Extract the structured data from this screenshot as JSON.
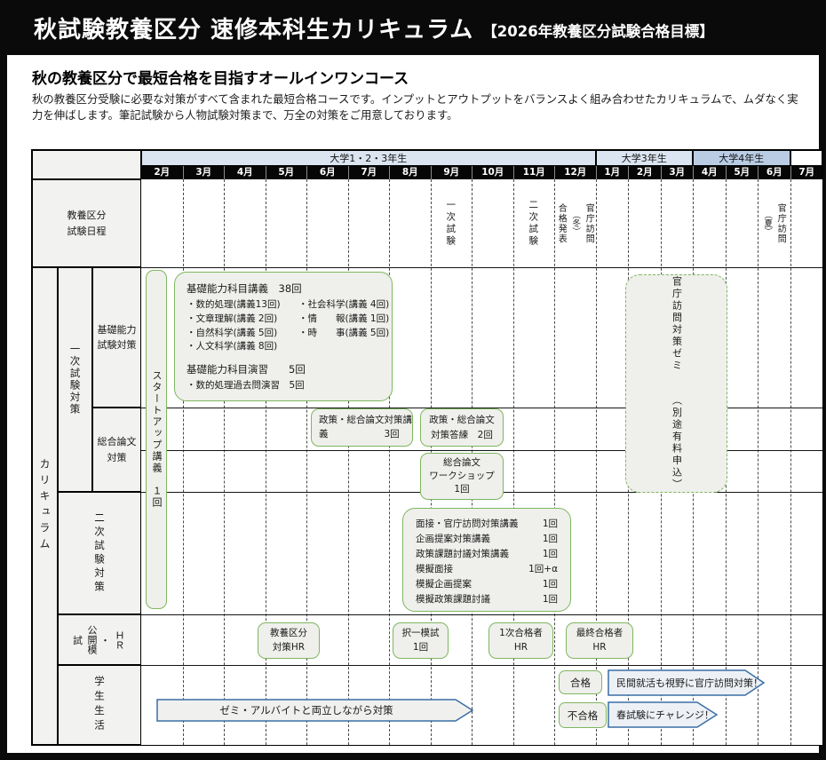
{
  "header": {
    "title": "秋試験教養区分 速修本科生カリキュラム",
    "goal": "【2026年教養区分試験合格目標】"
  },
  "intro": {
    "heading": "秋の教養区分で最短合格を目指すオールインワンコース",
    "body": "秋の教養区分受験に必要な対策がすべて含まれた最短合格コースです。インプットとアウトプットをバランスよく組み合わせたカリキュラムで、ムダなく実力を伸ばします。筆記試験から人物試験対策まで、万全の対策をご用意しております。"
  },
  "timeline": {
    "year_groups": [
      "大学1・2・3年生",
      "大学3年生",
      "大学4年生"
    ],
    "months": [
      "2月",
      "3月",
      "4月",
      "5月",
      "6月",
      "7月",
      "8月",
      "9月",
      "10月",
      "11月",
      "12月",
      "1月",
      "2月",
      "3月",
      "4月",
      "5月",
      "6月",
      "7月"
    ],
    "schedule": {
      "label_line1": "教養区分",
      "label_line2": "試験日程",
      "first_exam": "一次試験",
      "second_exam": "二次試験",
      "pass_announce": "合格発表",
      "visit_winter_note": "（冬）",
      "visit_winter": "官庁訪問",
      "visit_summer_note": "（夏）",
      "visit_summer": "官庁訪問"
    }
  },
  "curriculum": {
    "label": "カリキュラム",
    "startup": "スタートアップ講義　１回",
    "first_section": {
      "label": "一次試験対策",
      "basic": {
        "label_line1": "基礎能力",
        "label_line2": "試験対策",
        "lecture_title": "基礎能力科目講義　38回",
        "left_items": [
          "・数的処理(講義13回)",
          "・文章理解(講義 2回)",
          "・自然科学(講義 5回)",
          "・人文科学(講義 8回)"
        ],
        "right_items": [
          "・社会科学(講義 4回)",
          "・情　　報(講義 1回)",
          "・時　　事(講義 5回)"
        ],
        "practice_title": "基礎能力科目演習　　5回",
        "practice_item": "・数的処理過去問演習　5回"
      },
      "essay": {
        "label_line1": "総合論文",
        "label_line2": "対策",
        "lecture_box_line1": "政策・総合論文対策講",
        "lecture_box_line2": "義　　　　　　3回",
        "touren_box_line1": "政策・総合論文",
        "touren_box_line2": "対策答練　2回",
        "workshop_line1": "総合論文",
        "workshop_line2": "ワークショップ",
        "workshop_line3": "1回"
      }
    },
    "second_section": {
      "label": "二次試験対策",
      "items": [
        {
          "label": "面接・官庁訪問対策講義",
          "count": "1回"
        },
        {
          "label": "企画提案対策講義",
          "count": "1回"
        },
        {
          "label": "政策課題討議対策講義",
          "count": "1回"
        },
        {
          "label": "模擬面接",
          "count": "1回+α"
        },
        {
          "label": "模擬企画提案",
          "count": "1回"
        },
        {
          "label": "模擬政策課題討議",
          "count": "1回"
        }
      ]
    },
    "ministry_seminar": {
      "title": "官庁訪問対策ゼミ",
      "note": "（別途有料申込）"
    },
    "mock_section": {
      "label_full": "公開模試・ＨＲ",
      "label_parts": [
        "試",
        "公開模",
        "・",
        "ＨＲ"
      ],
      "boxes": [
        {
          "line1": "教養区分",
          "line2": "対策HR"
        },
        {
          "line1": "択一模試",
          "line2": "1回"
        },
        {
          "line1": "1次合格者",
          "line2": "HR"
        },
        {
          "line1": "最終合格者",
          "line2": "HR"
        }
      ]
    },
    "life_section": {
      "label": "学生生活",
      "banner": "ゼミ・アルバイトと両立しながら対策",
      "pass_label": "合格",
      "pass_arrow": "民間就活も視野に官庁訪問対策！",
      "fail_label": "不合格",
      "fail_arrow": "春試験にチャレンジ！"
    }
  },
  "colors": {
    "accent_green": "#7eb75f",
    "accent_blue": "#3a6ea5",
    "band_light_blue": "#dbe5f1",
    "band_blue": "#b9cce4",
    "box_fill": "#efefec",
    "header_bg": "#0a0a0a"
  }
}
